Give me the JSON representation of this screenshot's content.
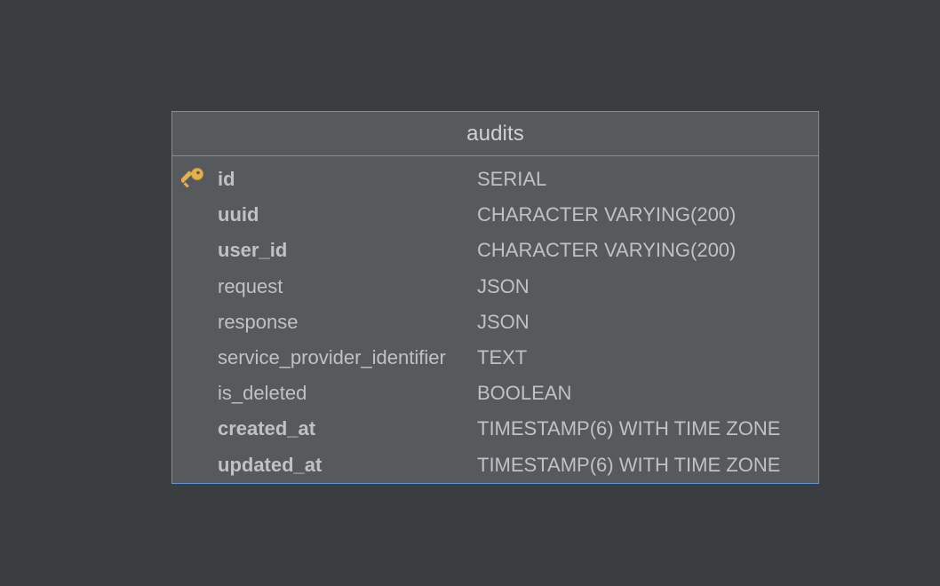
{
  "table": {
    "name": "audits",
    "columns": [
      {
        "name": "id",
        "type": "SERIAL",
        "bold": true,
        "primary_key": true,
        "icon": "key-icon"
      },
      {
        "name": "uuid",
        "type": "CHARACTER VARYING(200)",
        "bold": true,
        "primary_key": false
      },
      {
        "name": "user_id",
        "type": "CHARACTER VARYING(200)",
        "bold": true,
        "primary_key": false
      },
      {
        "name": "request",
        "type": "JSON",
        "bold": false,
        "primary_key": false
      },
      {
        "name": "response",
        "type": "JSON",
        "bold": false,
        "primary_key": false
      },
      {
        "name": "service_provider_identifier",
        "type": "TEXT",
        "bold": false,
        "primary_key": false
      },
      {
        "name": "is_deleted",
        "type": "BOOLEAN",
        "bold": false,
        "primary_key": false
      },
      {
        "name": "created_at",
        "type": "TIMESTAMP(6) WITH TIME ZONE",
        "bold": true,
        "primary_key": false
      },
      {
        "name": "updated_at",
        "type": "TIMESTAMP(6) WITH TIME ZONE",
        "bold": true,
        "primary_key": false
      }
    ]
  },
  "colors": {
    "background": "#3b3e41",
    "card_background": "#565a5d",
    "border": "#5d93d9",
    "text": "#bfc2c5",
    "key": "#e4b04f"
  }
}
